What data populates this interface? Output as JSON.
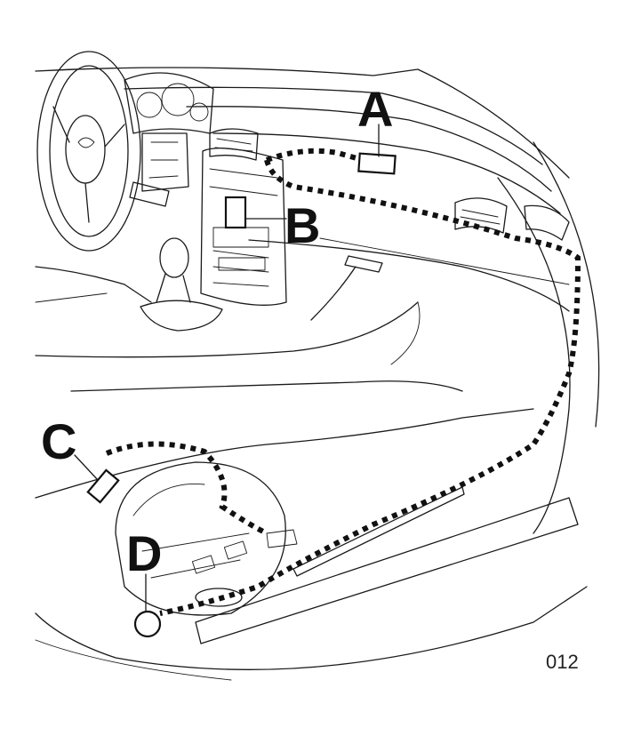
{
  "labels": {
    "a": "A",
    "b": "B",
    "c": "C",
    "d": "D"
  },
  "figure_number": "012",
  "colors": {
    "ink": "#111111",
    "background": "#ffffff"
  }
}
